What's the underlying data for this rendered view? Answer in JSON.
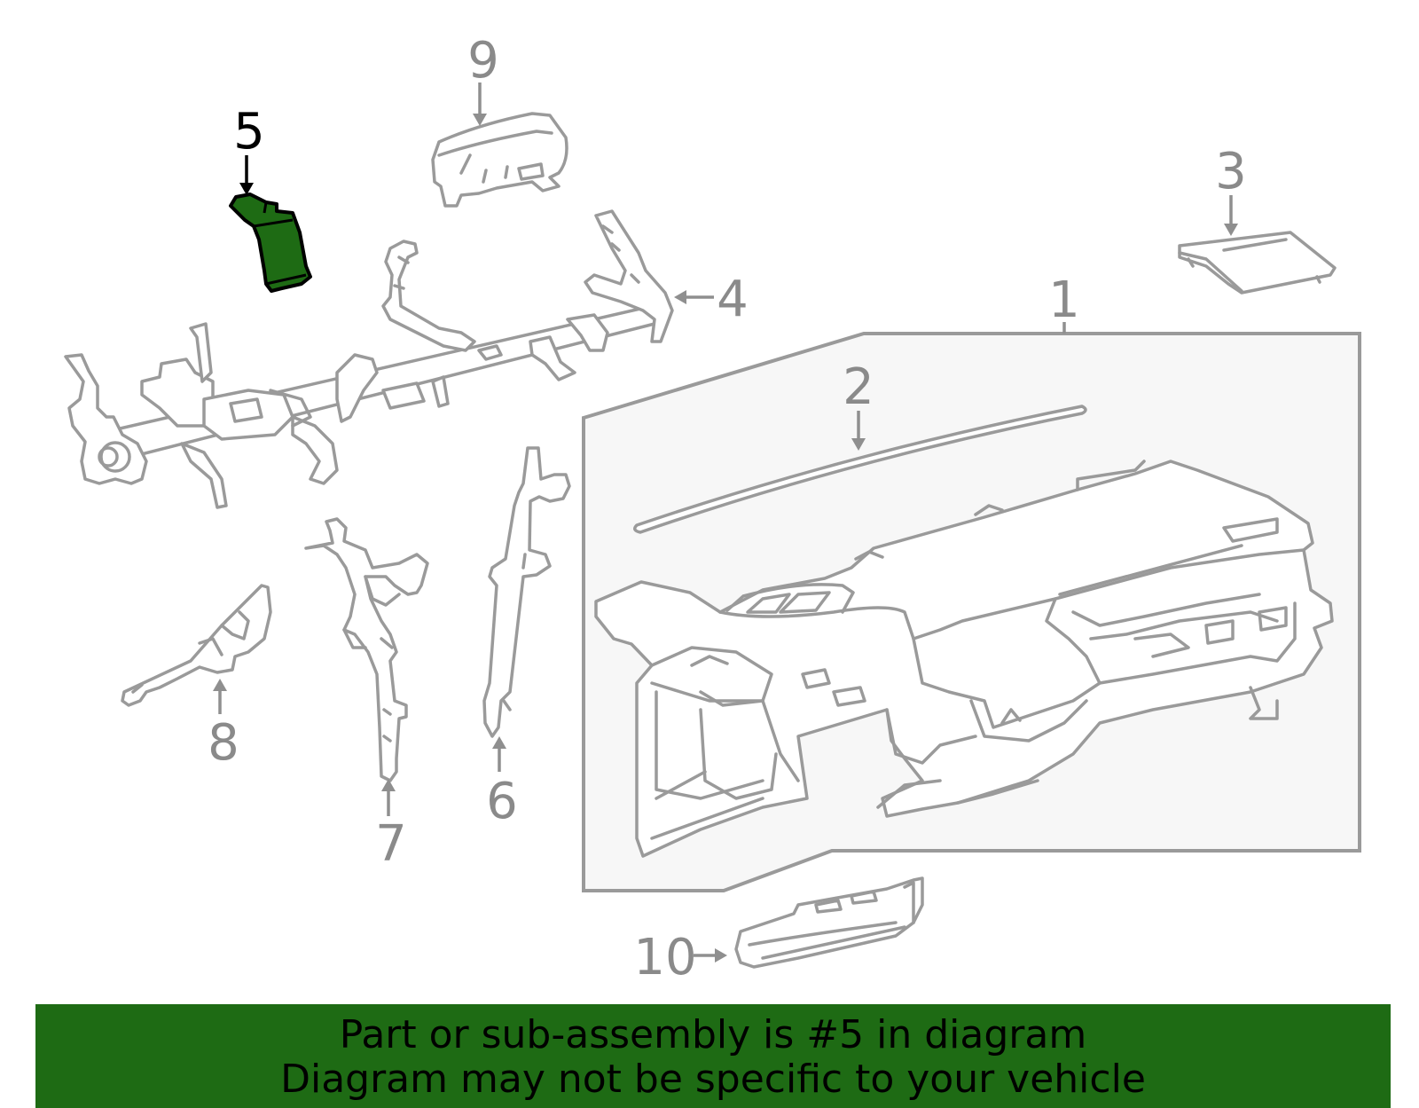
{
  "callouts": {
    "c1": "1",
    "c2": "2",
    "c3": "3",
    "c4": "4",
    "c5": "5",
    "c6": "6",
    "c7": "7",
    "c8": "8",
    "c9": "9",
    "c10": "10"
  },
  "highlight": {
    "part_number": "5",
    "color": "#1e6b14"
  },
  "banner": {
    "line1": "Part or sub-assembly is #5 in diagram",
    "line2": "Diagram may not be specific to your vehicle",
    "background": "#1e6b14"
  }
}
